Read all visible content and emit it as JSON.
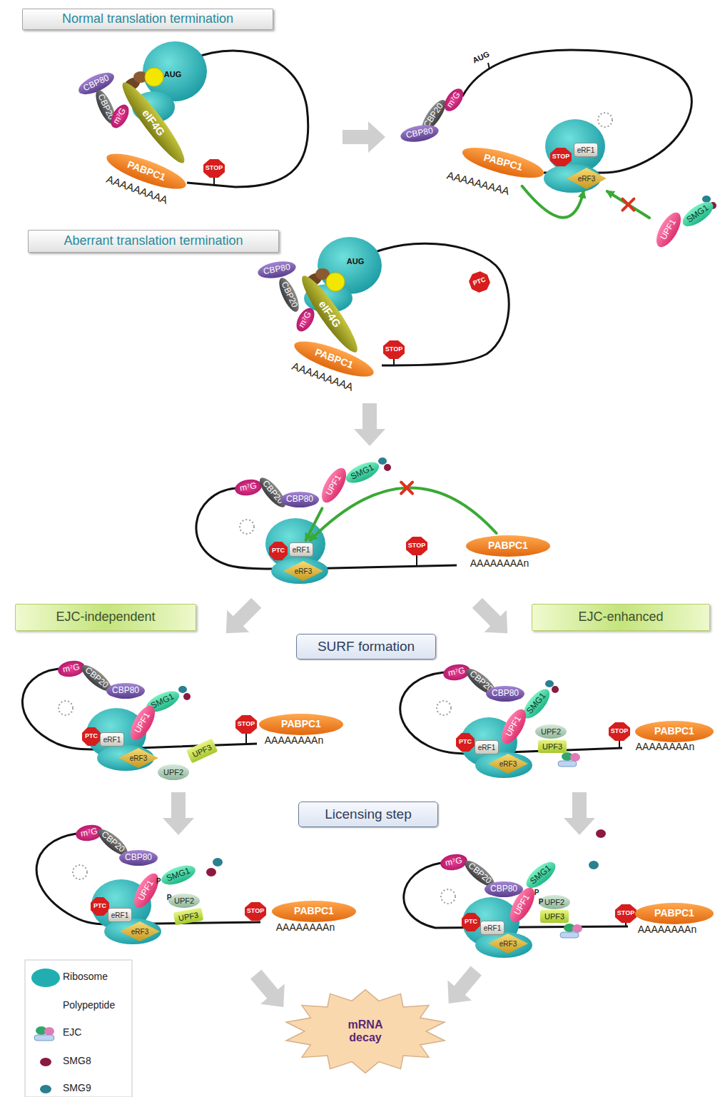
{
  "diagram": {
    "nodes": [
      {
        "text": [
          "Normal translation termination"
        ]
      },
      {
        "text": [
          "CBP80"
        ]
      },
      {
        "text": [
          "CBP20"
        ]
      },
      {
        "text": [
          "m⁷G"
        ]
      },
      {
        "text": [
          "eIF4G"
        ]
      },
      {
        "text": [
          "PABPC1"
        ]
      },
      {
        "text": [
          "STOP"
        ]
      },
      {
        "text": [
          "CBP20"
        ]
      },
      {
        "text": [
          "m⁷G"
        ]
      },
      {
        "text": [
          "CBP80"
        ]
      },
      {
        "text": [
          "PABPC1"
        ]
      },
      {
        "text": [
          "STOP"
        ]
      },
      {
        "text": [
          "eRF1"
        ]
      },
      {
        "text": [
          "eRF3"
        ]
      },
      {
        "text": [
          "UPF1"
        ]
      },
      {
        "text": [
          "SMG1"
        ]
      },
      {
        "text": [
          "Aberrant translation termination"
        ]
      },
      {
        "text": [
          "CBP80"
        ]
      },
      {
        "text": [
          "CBP20"
        ]
      },
      {
        "text": [
          "m⁷G"
        ]
      },
      {
        "text": [
          "eIF4G"
        ]
      },
      {
        "text": [
          "PABPC1"
        ]
      },
      {
        "text": [
          "STOP"
        ]
      },
      {
        "text": [
          "PTC"
        ]
      },
      {
        "text": [
          "m⁷G"
        ]
      },
      {
        "text": [
          "CBP20"
        ]
      },
      {
        "text": [
          "CBP80"
        ]
      },
      {
        "text": [
          "UPF1"
        ]
      },
      {
        "text": [
          "SMG1"
        ]
      },
      {
        "text": [
          "PTC"
        ]
      },
      {
        "text": [
          "eRF1"
        ]
      },
      {
        "text": [
          "eRF3"
        ]
      },
      {
        "text": [
          "STOP"
        ]
      },
      {
        "text": [
          "PABPC1"
        ]
      },
      {
        "text": [
          "EJC-independent"
        ]
      },
      {
        "text": [
          "EJC-enhanced"
        ]
      },
      {
        "text": [
          "SURF formation"
        ]
      },
      {
        "text": [
          "m⁷G"
        ]
      },
      {
        "text": [
          "CBP20"
        ]
      },
      {
        "text": [
          "CBP80"
        ]
      },
      {
        "text": [
          "SMG1"
        ]
      },
      {
        "text": [
          "UPF1"
        ]
      },
      {
        "text": [
          "PTC"
        ]
      },
      {
        "text": [
          "eRF1"
        ]
      },
      {
        "text": [
          "eRF3"
        ]
      },
      {
        "text": [
          "UPF3"
        ]
      },
      {
        "text": [
          "UPF2"
        ]
      },
      {
        "text": [
          "STOP"
        ]
      },
      {
        "text": [
          "PABPC1"
        ]
      },
      {
        "text": [
          "m⁷G"
        ]
      },
      {
        "text": [
          "CBP20"
        ]
      },
      {
        "text": [
          "CBP80"
        ]
      },
      {
        "text": [
          "SMG1"
        ]
      },
      {
        "text": [
          "UPF1"
        ]
      },
      {
        "text": [
          "UPF2"
        ]
      },
      {
        "text": [
          "UPF3"
        ]
      },
      {
        "text": [
          "PTC"
        ]
      },
      {
        "text": [
          "eRF1"
        ]
      },
      {
        "text": [
          "eRF3"
        ]
      },
      {
        "text": [
          "STOP"
        ]
      },
      {
        "text": [
          "PABPC1"
        ]
      },
      {
        "text": [
          "Licensing step"
        ]
      },
      {
        "text": [
          "m⁷G"
        ]
      },
      {
        "text": [
          "CBP20"
        ]
      },
      {
        "text": [
          "CBP80"
        ]
      },
      {
        "text": [
          "SMG1"
        ]
      },
      {
        "text": [
          "UPF1"
        ]
      },
      {
        "text": [
          "UPF2"
        ]
      },
      {
        "text": [
          "UPF3"
        ]
      },
      {
        "text": [
          "PTC"
        ]
      },
      {
        "text": [
          "eRF1"
        ]
      },
      {
        "text": [
          "eRF3"
        ]
      },
      {
        "text": [
          "STOP"
        ]
      },
      {
        "text": [
          "PABPC1"
        ]
      },
      {
        "text": [
          "m⁷G"
        ]
      },
      {
        "text": [
          "CBP20"
        ]
      },
      {
        "text": [
          "CBP80"
        ]
      },
      {
        "text": [
          "SMG1"
        ]
      },
      {
        "text": [
          "UPF1"
        ]
      },
      {
        "text": [
          "UPF2"
        ]
      },
      {
        "text": [
          "UPF3"
        ]
      },
      {
        "text": [
          "PTC"
        ]
      },
      {
        "text": [
          "eRF1"
        ]
      },
      {
        "text": [
          "eRF3"
        ]
      },
      {
        "text": [
          "STOP"
        ]
      },
      {
        "text": [
          "PABPC1"
        ]
      },
      {
        "text": [
          "mRNA decay"
        ]
      }
    ],
    "edges": [
      {
        "from": 10,
        "to": 13,
        "arrow": "to"
      },
      {
        "from": 14,
        "to": 13,
        "arrow": "to"
      },
      {
        "from": 27,
        "to": 30,
        "arrow": "to"
      },
      {
        "from": 33,
        "to": 30,
        "arrow": "to"
      }
    ],
    "labels": [
      "AUG",
      "AAAAAAAAA",
      "AUG",
      "AAAAAAAAA",
      "AUG",
      "AAAAAAAAA",
      "AAAAAAAAn",
      "AAAAAAAAn",
      "AAAAAAAAn",
      "P",
      "P",
      "AAAAAAAAn",
      "P",
      "P",
      "AAAAAAAAn"
    ],
    "legend": [
      {
        "text": "Ribosome",
        "color": "#22aeb0"
      },
      {
        "text": "Polypeptide"
      },
      {
        "text": "EJC"
      },
      {
        "text": "SMG8",
        "color": "#8b1a40"
      },
      {
        "text": "SMG9",
        "color": "#2a7f90"
      }
    ]
  }
}
